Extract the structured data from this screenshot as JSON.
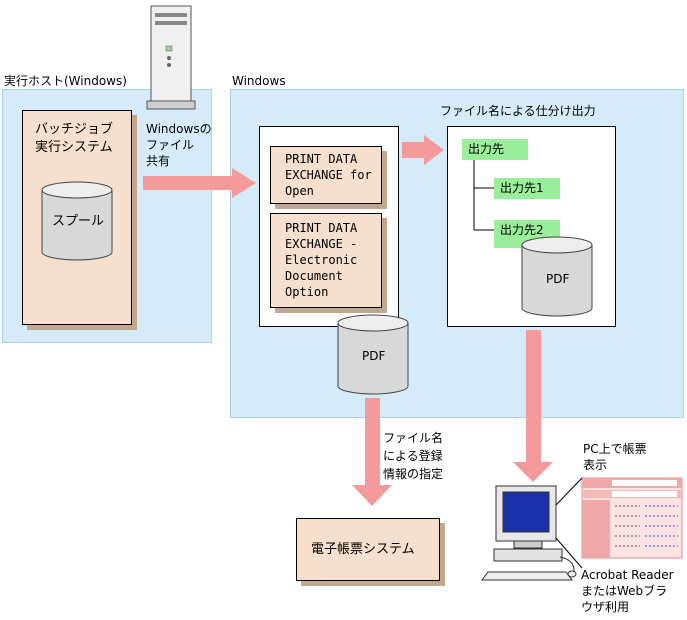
{
  "host_panel": {
    "title": "実行ホスト(Windows)",
    "batch_system": "バッチジョブ\n実行システム",
    "spool": "スプール"
  },
  "share_label": "Windowsの\nファイル\n共有",
  "windows_panel": {
    "title": "Windows",
    "pde_open": "PRINT DATA\nEXCHANGE for\nOpen",
    "pde_edo": "PRINT DATA\nEXCHANGE -\nElectronic\nDocument\nOption",
    "pdf_left": "PDF",
    "output_title": "ファイル名による仕分け出力",
    "dest_root": "出力先",
    "dest_1": "出力先1",
    "dest_2": "出力先2",
    "pdf_right": "PDF"
  },
  "register_label": "ファイル名\nによる登録\n情報の指定",
  "ereport_system": "電子帳票システム",
  "pc_view_label": "PC上で帳票\n表示",
  "reader_label": "Acrobat Reader\nまたはWebブラ\nウザ利用",
  "colors": {
    "panel_bg": "#d6ebf9",
    "box_bg": "#f6dfcc",
    "arrow": "#f59a9a",
    "green": "#99ee99"
  }
}
